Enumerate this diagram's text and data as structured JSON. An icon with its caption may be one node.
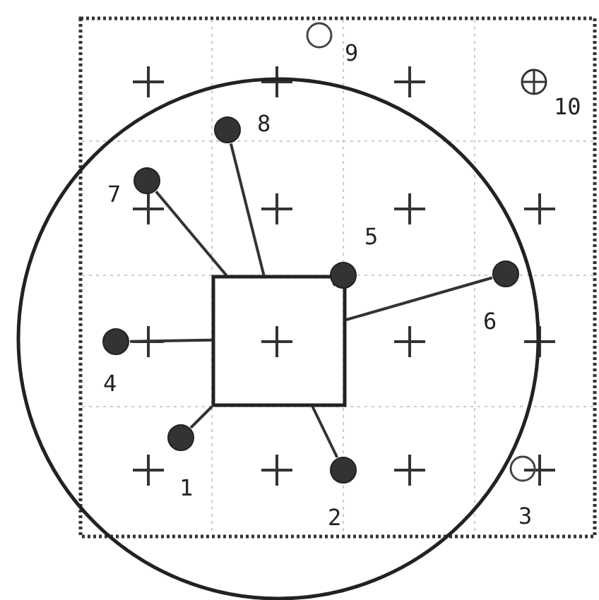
{
  "diagram": {
    "nodes": [
      {
        "text": [],
        "shape": "box"
      },
      {
        "text": [],
        "shape": "circle",
        "beside": [
          "1"
        ]
      },
      {
        "text": [],
        "shape": "circle",
        "beside": [
          "2"
        ]
      },
      {
        "text": [],
        "shape": "circle",
        "beside": [
          "3"
        ]
      },
      {
        "text": [],
        "shape": "circle",
        "beside": [
          "4"
        ]
      },
      {
        "text": [],
        "shape": "circle",
        "beside": [
          "5"
        ]
      },
      {
        "text": [],
        "shape": "circle",
        "beside": [
          "6"
        ]
      },
      {
        "text": [],
        "shape": "circle",
        "beside": [
          "7"
        ]
      },
      {
        "text": [],
        "shape": "circle",
        "beside": [
          "8"
        ]
      },
      {
        "text": [],
        "shape": "circle",
        "beside": [
          "9"
        ]
      },
      {
        "text": [],
        "shape": "circle",
        "beside": [
          "10"
        ]
      }
    ],
    "edges": [
      {
        "from": 0,
        "to": 1,
        "arrow": "none"
      },
      {
        "from": 0,
        "to": 2,
        "arrow": "none"
      },
      {
        "from": 0,
        "to": 4,
        "arrow": "none"
      },
      {
        "from": 0,
        "to": 5,
        "arrow": "none"
      },
      {
        "from": 0,
        "to": 6,
        "arrow": "none"
      },
      {
        "from": 0,
        "to": 7,
        "arrow": "none"
      },
      {
        "from": 0,
        "to": 8,
        "arrow": "none"
      }
    ]
  }
}
